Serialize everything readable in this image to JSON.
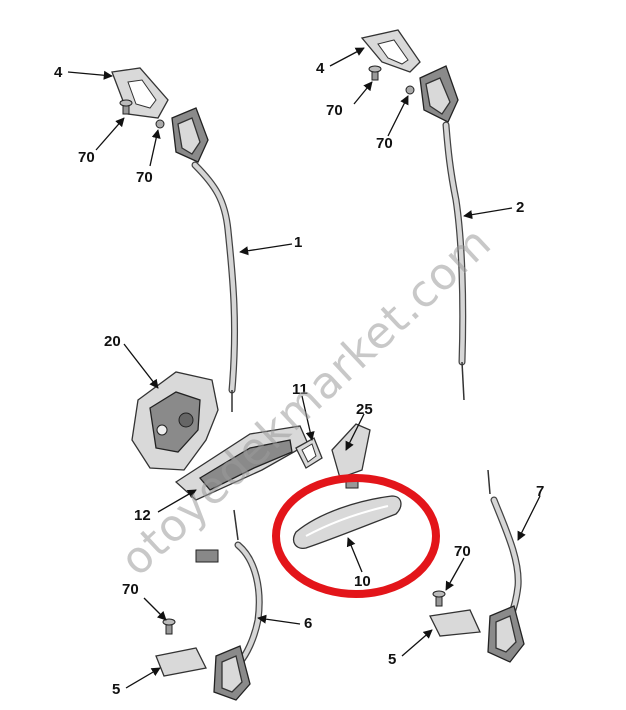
{
  "watermark": "otoyedekmarket.com",
  "highlight_color": "#e3151a",
  "labels": {
    "l4a": "4",
    "l70a": "70",
    "l70b": "70",
    "l4b": "4",
    "l70c": "70",
    "l70d": "70",
    "l1": "1",
    "l2": "2",
    "l20": "20",
    "l11": "11",
    "l25": "25",
    "l12": "12",
    "l10": "10",
    "l7": "7",
    "l70e": "70",
    "l70f": "70",
    "l6": "6",
    "l5a": "5",
    "l5b": "5"
  }
}
